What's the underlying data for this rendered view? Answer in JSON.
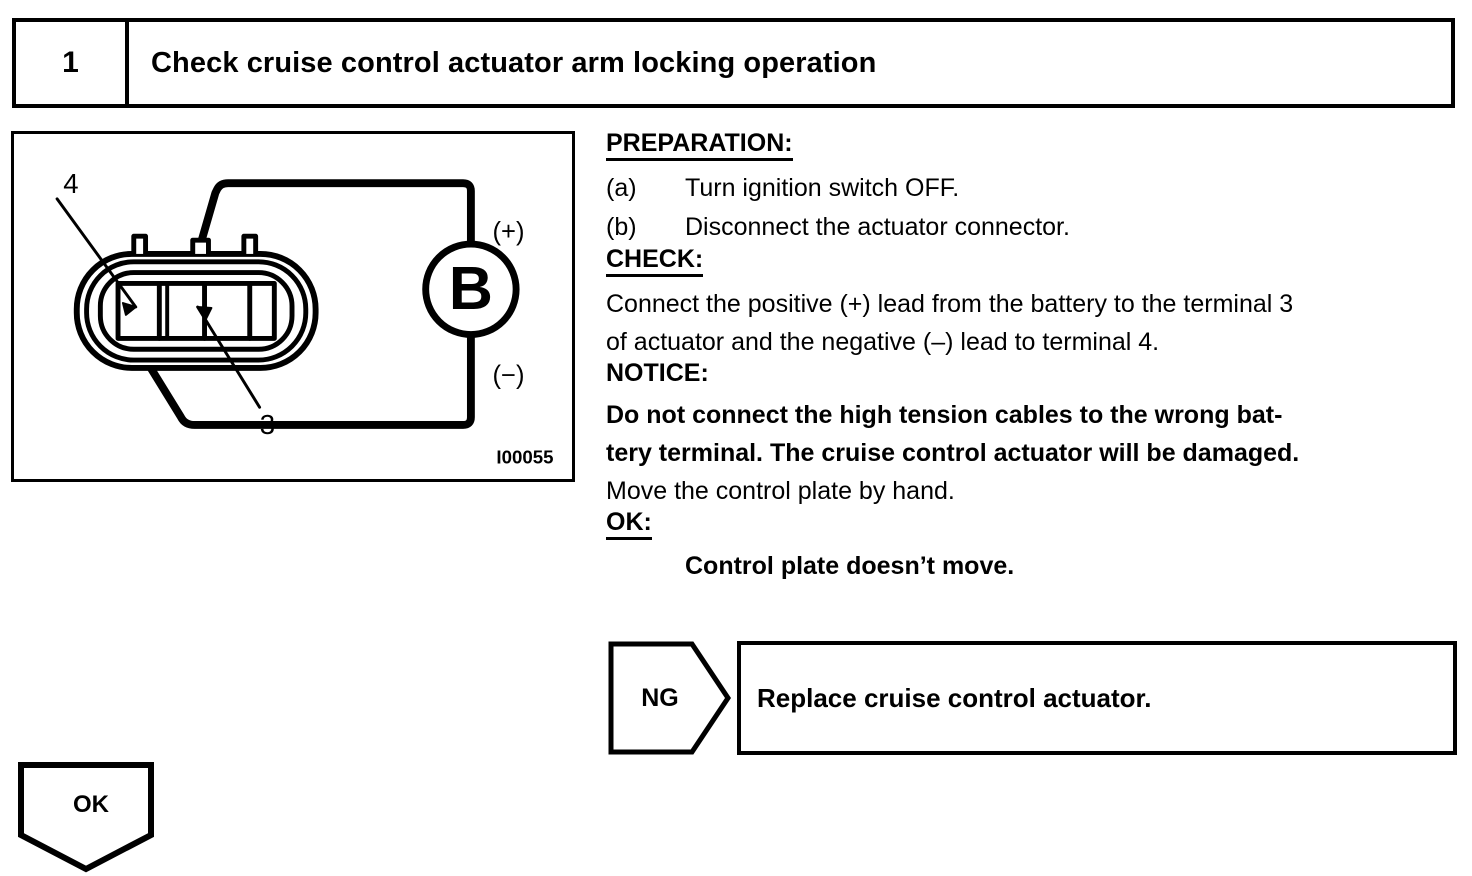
{
  "step": {
    "number": "1",
    "title": "Check cruise control actuator arm locking operation"
  },
  "illustration": {
    "figure_id": "I00055",
    "battery_label": "B",
    "positive_label": "(+)",
    "negative_label": "(−)",
    "callout_terminal_4": "4",
    "callout_terminal_3": "3"
  },
  "content": {
    "preparation_heading": "PREPARATION:",
    "preparation_steps": [
      {
        "marker": "(a)",
        "text": "Turn ignition switch OFF."
      },
      {
        "marker": "(b)",
        "text": "Disconnect the actuator connector."
      }
    ],
    "check_heading": "CHECK:",
    "check_lines": [
      "Connect the positive (+) lead from the battery to the terminal 3",
      "of actuator and the negative (–) lead to terminal 4."
    ],
    "notice_heading": "NOTICE:",
    "notice_lines": [
      "Do not connect the high tension cables to the wrong bat-",
      "tery terminal. The cruise control actuator will be damaged."
    ],
    "action_line": "Move the control plate by hand.",
    "ok_heading": "OK:",
    "ok_result": "Control plate doesn’t move."
  },
  "flow": {
    "ng_label": "NG",
    "ng_action": "Replace cruise control actuator.",
    "ok_label": "OK"
  }
}
